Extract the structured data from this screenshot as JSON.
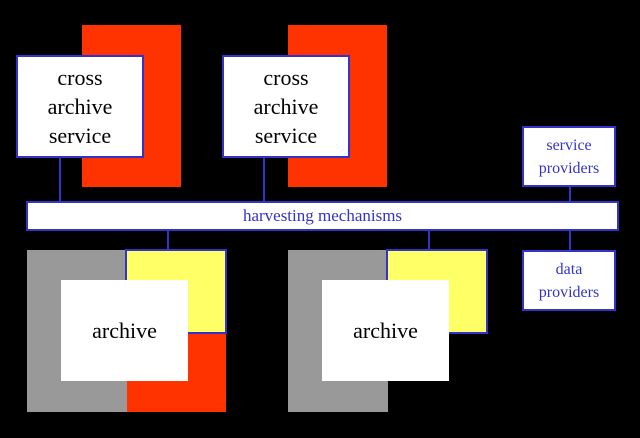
{
  "colors": {
    "background": "#000000",
    "red": "#ff3300",
    "gray": "#999999",
    "yellow": "#ffff66",
    "blue_border": "#3333cc",
    "white": "#ffffff"
  },
  "services": [
    {
      "lines": [
        "cross",
        "archive",
        "service"
      ]
    },
    {
      "lines": [
        "cross",
        "archive",
        "service"
      ]
    }
  ],
  "harvesting": {
    "label": "harvesting mechanisms"
  },
  "service_providers": {
    "lines": [
      "service",
      "providers"
    ]
  },
  "data_providers": {
    "lines": [
      "data",
      "providers"
    ]
  },
  "archives": [
    {
      "label": "archive"
    },
    {
      "label": "archive"
    }
  ]
}
